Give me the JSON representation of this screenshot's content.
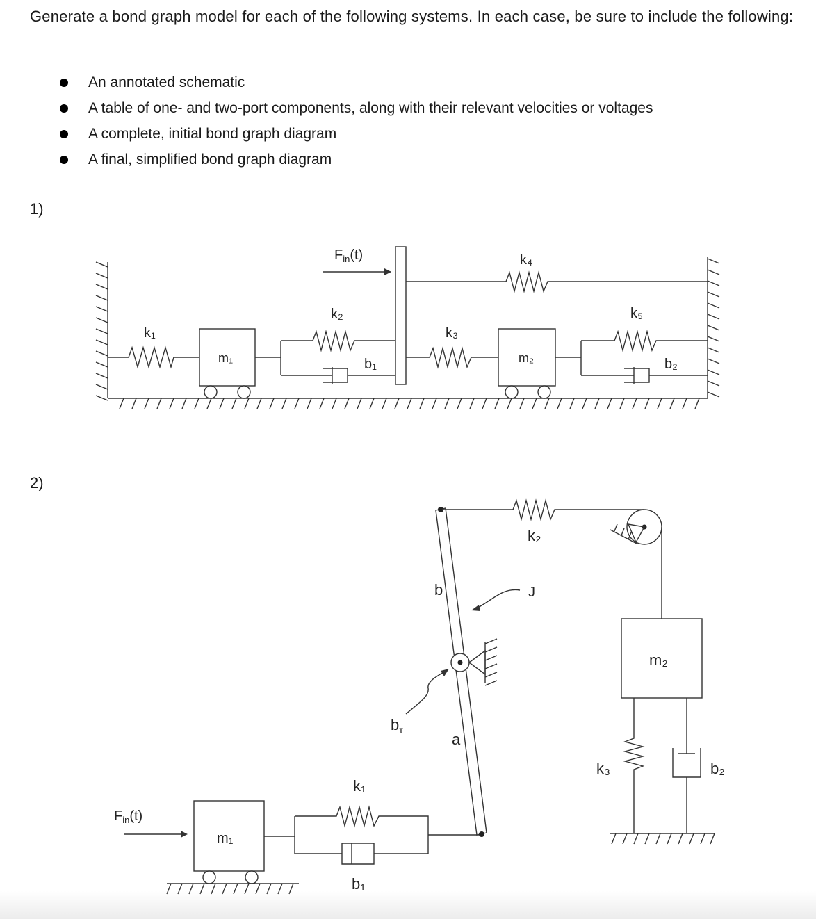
{
  "intro": "Generate a bond graph model for each of the following systems. In each case, be sure to include the following:",
  "requirements": [
    "An annotated schematic",
    "A table of one- and two-port components, along with their relevant velocities or voltages",
    "A complete, initial bond graph diagram",
    "A final, simplified bond graph diagram"
  ],
  "problems": [
    {
      "number": "1)",
      "labels": {
        "k1": "k₁",
        "m1": "m₁",
        "k2": "k₂",
        "b1": "b₁",
        "fin_prefix": "F",
        "fin_sub": "in",
        "fin_suffix": "(t)",
        "k3": "k₃",
        "k4": "k₄",
        "m2": "m₂",
        "k5": "k₅",
        "b2": "b₂"
      }
    },
    {
      "number": "2)",
      "labels": {
        "fin_prefix": "F",
        "fin_sub": "in",
        "fin_suffix": "(t)",
        "m1": "m₁",
        "k1": "k₁",
        "b1": "b₁",
        "bt_prefix": "b",
        "bt_sub": "τ",
        "a": "a",
        "b": "b",
        "J": "J",
        "k2": "k₂",
        "m2": "m₂",
        "k3": "k₃",
        "b2": "b₂"
      }
    }
  ]
}
